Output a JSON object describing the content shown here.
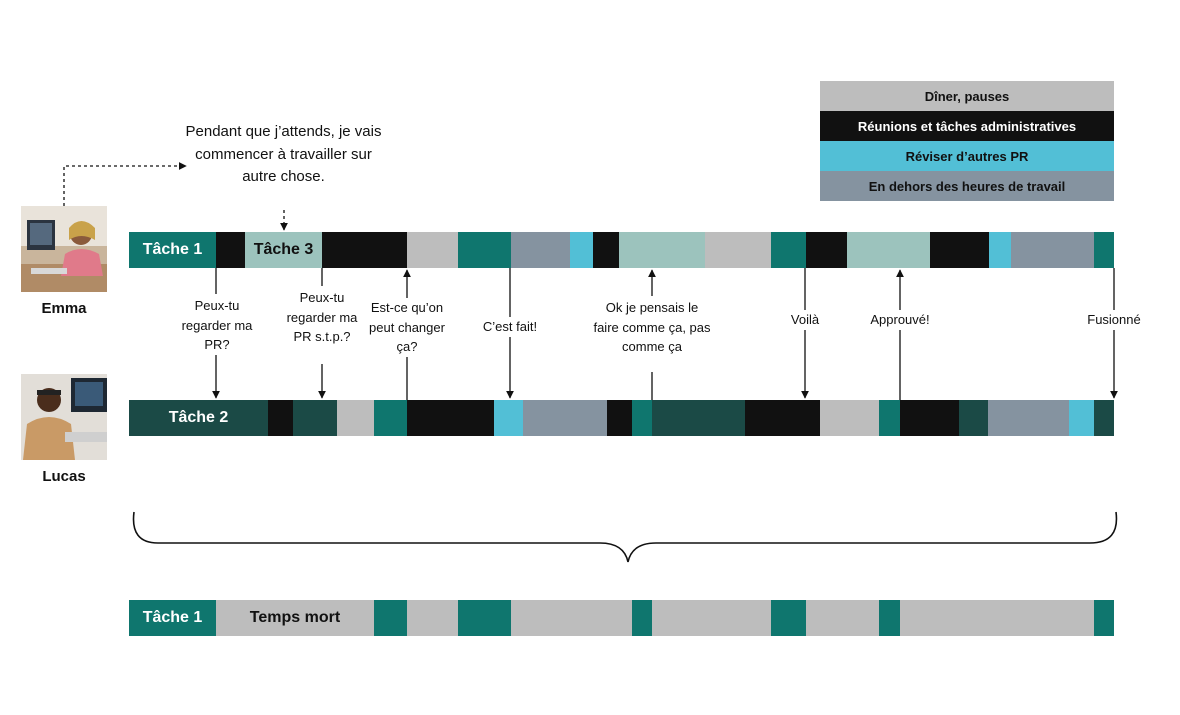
{
  "colors": {
    "teal": "#0f766e",
    "dark_teal": "#1b4a46",
    "light_teal": "#9cc3bd",
    "black": "#111111",
    "gray": "#bdbdbd",
    "slate": "#8593a0",
    "cyan": "#52bfd6"
  },
  "legend": [
    {
      "label": "Dîner, pauses",
      "color": "#bdbdbd",
      "text_color": "#111111"
    },
    {
      "label": "Réunions et tâches administratives",
      "color": "#111111",
      "text_color": "#ffffff"
    },
    {
      "label": "Réviser d’autres PR",
      "color": "#52bfd6",
      "text_color": "#111111"
    },
    {
      "label": "En dehors des heures de travail",
      "color": "#8593a0",
      "text_color": "#111111"
    }
  ],
  "people": {
    "emma": {
      "name": "Emma",
      "icon": "emma-photo"
    },
    "lucas": {
      "name": "Lucas",
      "icon": "lucas-photo"
    }
  },
  "thought": "Pendant que j’attends, je vais commencer à travailler sur autre chose.",
  "emma_bar": {
    "task1": "Tâche 1",
    "task3": "Tâche 3"
  },
  "lucas_bar": {
    "task2": "Tâche 2"
  },
  "bottom_bar": {
    "task1": "Tâche 1",
    "dead_time": "Temps mort"
  },
  "messages": {
    "m1": "Peux-tu regarder ma PR?",
    "m2": "Peux-tu regarder ma PR s.t.p.?",
    "m3": "Est-ce qu’on peut changer ça?",
    "m4": "C’est fait!",
    "m5": "Ok je pensais le faire comme ça, pas comme ça",
    "m6": "Voilà",
    "m7": "Approuvé!",
    "m8": "Fusionné"
  }
}
